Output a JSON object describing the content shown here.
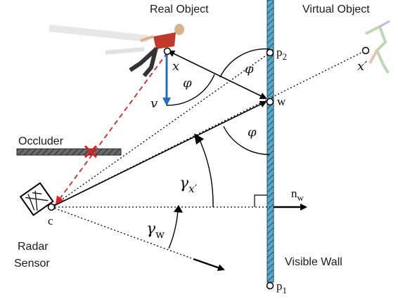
{
  "labels": {
    "real_object": "Real Object",
    "virtual_object": "Virtual Object",
    "occluder": "Occluder",
    "radar_line1": "Radar",
    "radar_line2": "Sensor",
    "visible_wall": "Visible Wall"
  },
  "points": {
    "c": "c",
    "x": "x",
    "x_prime": "x′",
    "w": "w",
    "p1_base": "p",
    "p1_sub": "1",
    "p2_base": "p",
    "p2_sub": "2"
  },
  "symbols": {
    "v": "v",
    "phi": "φ",
    "n_base": "n",
    "n_sub": "w",
    "gamma": "γ",
    "gamma_x_sub": "x′",
    "gamma_w_sub": "w"
  },
  "colors": {
    "wall_fill": "#5aa9c9",
    "velocity": "#1f6fc1",
    "blocked_path": "#e02020",
    "occluder": "#555555"
  }
}
